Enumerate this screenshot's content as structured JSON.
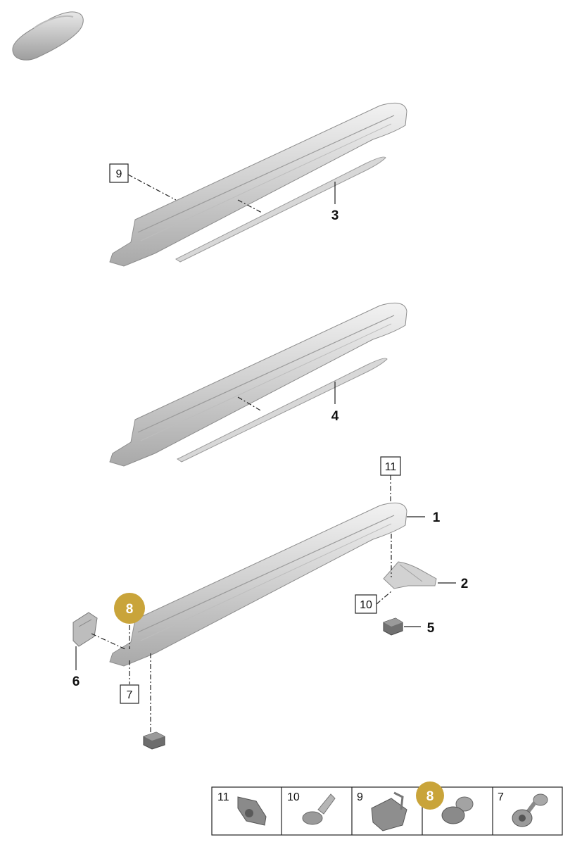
{
  "labels": {
    "p1": "1",
    "p2": "2",
    "p3": "3",
    "p4": "4",
    "p5": "5",
    "p6": "6",
    "b7": "7",
    "b9": "9",
    "b10": "10",
    "b11": "11",
    "h8": "8"
  },
  "legend": {
    "cells": [
      "11",
      "10",
      "9",
      "8",
      "7"
    ]
  },
  "colors": {
    "part_fill": "#d6d6d6",
    "part_dark": "#a8a8a8",
    "highlight": "#c9a43a"
  }
}
